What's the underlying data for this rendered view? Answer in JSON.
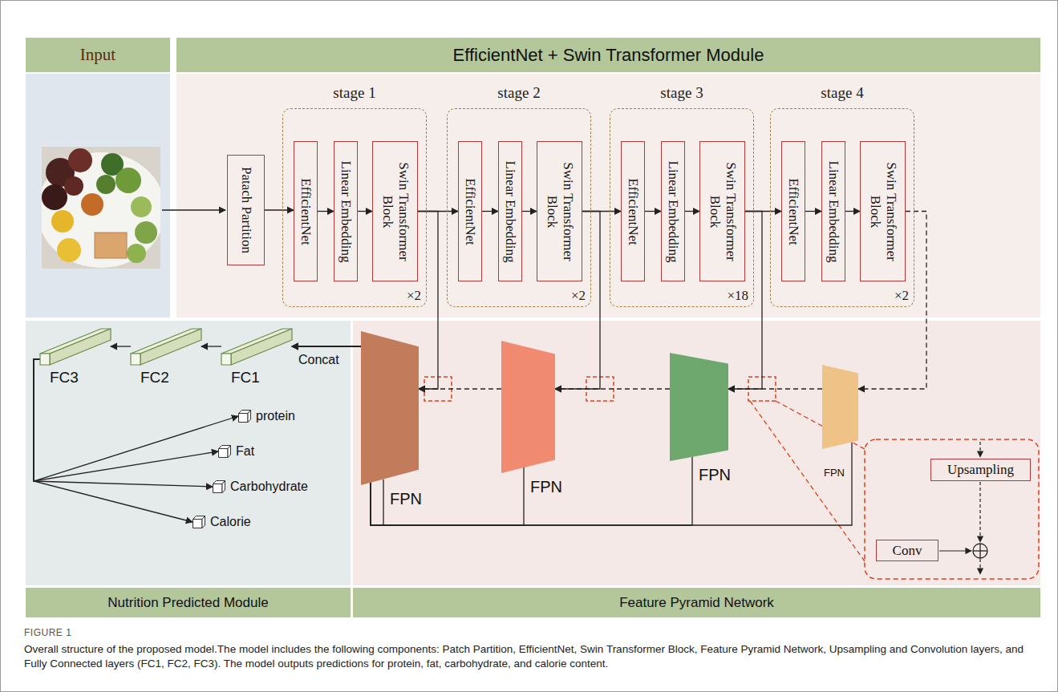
{
  "diagram": {
    "caption": "Overall structure of the proposed model.The model includes the following components: Patch Partition, EfficientNet, Swin Transformer Block, Feature Pyramid Network, Upsampling and Convolution layers, and Fully Connected layers (FC1, FC2, FC3). The model outputs predictions for protein, fat, carbohydrate, and calorie content.",
    "nodes": [
      {
        "text": [
          "Input"
        ]
      },
      {
        "text": [
          "EfficientNet + Swin Transformer Module"
        ]
      },
      {
        "text": [
          "Patach Partition"
        ]
      },
      {
        "text": [
          "stage 1",
          "×2"
        ]
      },
      {
        "text": [
          "EfficientNet"
        ],
        "in": 3
      },
      {
        "text": [
          "Linear Embedding"
        ],
        "in": 3
      },
      {
        "text": [
          "Swin Transformer Block"
        ],
        "in": 3
      },
      {
        "text": [
          "stage 2",
          "×2"
        ]
      },
      {
        "text": [
          "EfficientNet"
        ],
        "in": 7
      },
      {
        "text": [
          "Linear Embedding"
        ],
        "in": 7
      },
      {
        "text": [
          "Swin Transformer Block"
        ],
        "in": 7
      },
      {
        "text": [
          "stage 3",
          "×18"
        ]
      },
      {
        "text": [
          "EfficientNet"
        ],
        "in": 11
      },
      {
        "text": [
          "Linear Embedding"
        ],
        "in": 11
      },
      {
        "text": [
          "Swin Transformer Block"
        ],
        "in": 11
      },
      {
        "text": [
          "stage 4",
          "×2"
        ]
      },
      {
        "text": [
          "EfficientNet"
        ],
        "in": 15
      },
      {
        "text": [
          "Linear Embedding"
        ],
        "in": 15
      },
      {
        "text": [
          "Swin Transformer Block"
        ],
        "in": 15
      },
      {
        "text": [
          "FC3"
        ]
      },
      {
        "text": [
          "FC2"
        ]
      },
      {
        "text": [
          "FC1"
        ]
      },
      {
        "text": [
          "protein"
        ]
      },
      {
        "text": [
          "Fat"
        ]
      },
      {
        "text": [
          "Carbohydrate"
        ]
      },
      {
        "text": [
          "Calorie"
        ]
      },
      {
        "text": [
          "FPN"
        ]
      },
      {
        "text": [
          "FPN"
        ]
      },
      {
        "text": [
          "FPN"
        ]
      },
      {
        "text": [
          "FPN"
        ]
      },
      {
        "text": [
          "Upsampling"
        ]
      },
      {
        "text": [
          "Conv"
        ]
      },
      {
        "text": [
          "Nutrition Predicted Module"
        ]
      },
      {
        "text": [
          "Feature Pyramid Network"
        ]
      }
    ],
    "edges": [
      {
        "from": 2,
        "to": 4,
        "arrow": "to"
      },
      {
        "from": 4,
        "to": 5,
        "arrow": "to"
      },
      {
        "from": 5,
        "to": 6,
        "arrow": "to"
      },
      {
        "from": 6,
        "to": 8,
        "arrow": "to"
      },
      {
        "from": 8,
        "to": 9,
        "arrow": "to"
      },
      {
        "from": 9,
        "to": 10,
        "arrow": "to"
      },
      {
        "from": 10,
        "to": 12,
        "arrow": "to"
      },
      {
        "from": 12,
        "to": 13,
        "arrow": "to"
      },
      {
        "from": 13,
        "to": 14,
        "arrow": "to"
      },
      {
        "from": 14,
        "to": 16,
        "arrow": "to"
      },
      {
        "from": 16,
        "to": 17,
        "arrow": "to"
      },
      {
        "from": 17,
        "to": 18,
        "arrow": "to"
      },
      {
        "from": 6,
        "to": 26,
        "arrow": "to"
      },
      {
        "from": 10,
        "to": 27,
        "arrow": "to"
      },
      {
        "from": 14,
        "to": 28,
        "arrow": "to"
      },
      {
        "from": 18,
        "to": 29,
        "arrow": "to"
      },
      {
        "from": 29,
        "to": 28,
        "arrow": "to"
      },
      {
        "from": 28,
        "to": 27,
        "arrow": "to"
      },
      {
        "from": 27,
        "to": 26,
        "arrow": "to"
      },
      {
        "from": 26,
        "to": 21,
        "arrow": "to"
      },
      {
        "from": 27,
        "to": 21,
        "arrow": "to"
      },
      {
        "from": 28,
        "to": 21,
        "arrow": "to"
      },
      {
        "from": 29,
        "to": 21,
        "arrow": "to"
      },
      {
        "from": 21,
        "to": 20,
        "arrow": "to"
      },
      {
        "from": 20,
        "to": 19,
        "arrow": "to"
      },
      {
        "from": 19,
        "to": 22,
        "arrow": "to"
      },
      {
        "from": 19,
        "to": 23,
        "arrow": "to"
      },
      {
        "from": 19,
        "to": 24,
        "arrow": "to"
      },
      {
        "from": 19,
        "to": 25,
        "arrow": "to"
      }
    ],
    "labels": [
      "Concat",
      "FIGURE 1"
    ]
  }
}
